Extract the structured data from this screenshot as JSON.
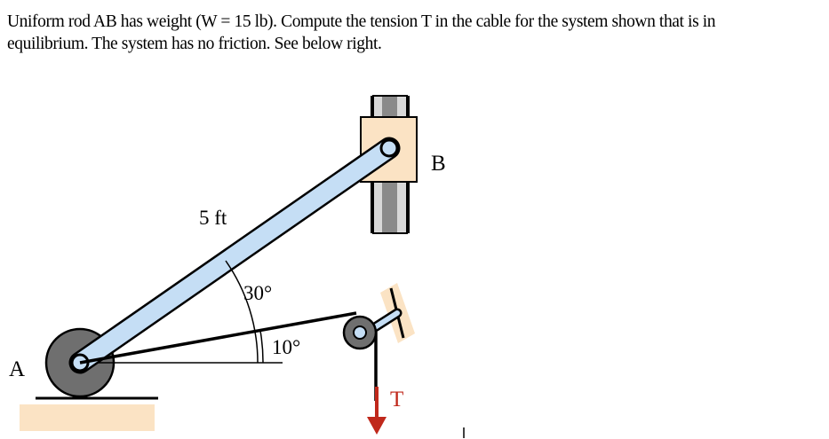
{
  "problem": {
    "line1": "Uniform rod AB has weight (W = 15 lb).  Compute the tension T in the cable for the system shown that is in",
    "line2": "equilibrium.  The system has no friction.  See below right."
  },
  "diagram": {
    "label_A": "A",
    "label_B": "B",
    "label_length": "5 ft",
    "label_angle_rod": "30°",
    "label_angle_cable": "10°",
    "label_T": "T",
    "colors": {
      "rod": "#c5def5",
      "wheel": "#6f6f6f",
      "block": "#fbe3c4",
      "ground": "#fbe3c4",
      "arrow": "#c0281b"
    }
  }
}
